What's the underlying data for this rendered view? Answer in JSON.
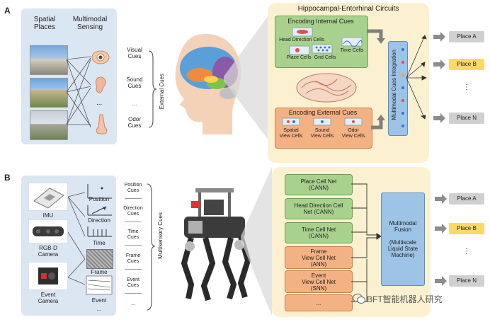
{
  "panel_a": {
    "label": "A",
    "left_box": {
      "spatial_places": "Spatial\nPlaces",
      "multimodal_sensing": "Multimodal\nSensing",
      "ellipsis": "..."
    },
    "cues": [
      "Visual\nCues",
      "Sound\nCues",
      "...",
      "Odor\nCues"
    ],
    "external_cues": "External Cues",
    "circuit_title": "Hippocampal-Entorhinal Circuits",
    "encoding_internal": {
      "title": "Encoding Internal Cues",
      "cells": [
        "Head Direction Cells",
        "Grid Cells",
        "Place Cells",
        "Time Cells"
      ]
    },
    "encoding_external": {
      "title": "Encoding External Cues",
      "cells": [
        "Spatial\nView Cells",
        "Sound\nView Cells",
        "Odor\nView Cells"
      ]
    },
    "integration": "Multimodal Cues Integration",
    "places": [
      "Place A",
      "Place B",
      "⋮",
      "Place N"
    ]
  },
  "panel_b": {
    "label": "B",
    "sensors": [
      "IMU",
      "RGB-D\nCamera",
      "Event\nCamera"
    ],
    "sensor_outputs": [
      "Position",
      "Direction",
      "Time",
      "Frame",
      "Event",
      "..."
    ],
    "cues": [
      "Position\nCues",
      "Direction\nCues",
      "Time\nCues",
      "Frame\nCues",
      "Event\nCues",
      "..."
    ],
    "multisensory_cues": "Multisensory Cues",
    "green_nets": [
      "Place Cell Net\n(CANN)",
      "Head Direction Cell\nNet (CANN)",
      "Time Cell Net\n(CANN)"
    ],
    "orange_nets": [
      "Frame\nView Cell Net\n(ANN)",
      "Event\nView Cell Net\n(SNN)",
      "..."
    ],
    "fusion": "Multimodal\nFusion\n\n(Multiscale\nLiquid State\nMachine)",
    "places": [
      "Place A",
      "Place B",
      "⋮",
      "Place N"
    ],
    "watermark": "BFT智能机器人研究"
  },
  "colors": {
    "blue_panel": "#dbe6f3",
    "yellow_panel": "#fbf0cf",
    "green_box": "#a9d18e",
    "orange_box": "#f4b183",
    "place_highlight": "#ffd966",
    "place_default": "#d0d0d0",
    "integration_bar": "#9dc3e6"
  },
  "icons": [
    "eye-icon",
    "ear-icon",
    "nose-icon",
    "brain-icon",
    "hippocampus-icon",
    "robot-dog-icon",
    "imu-icon",
    "rgbd-camera-icon",
    "event-camera-icon",
    "wechat-icon"
  ]
}
